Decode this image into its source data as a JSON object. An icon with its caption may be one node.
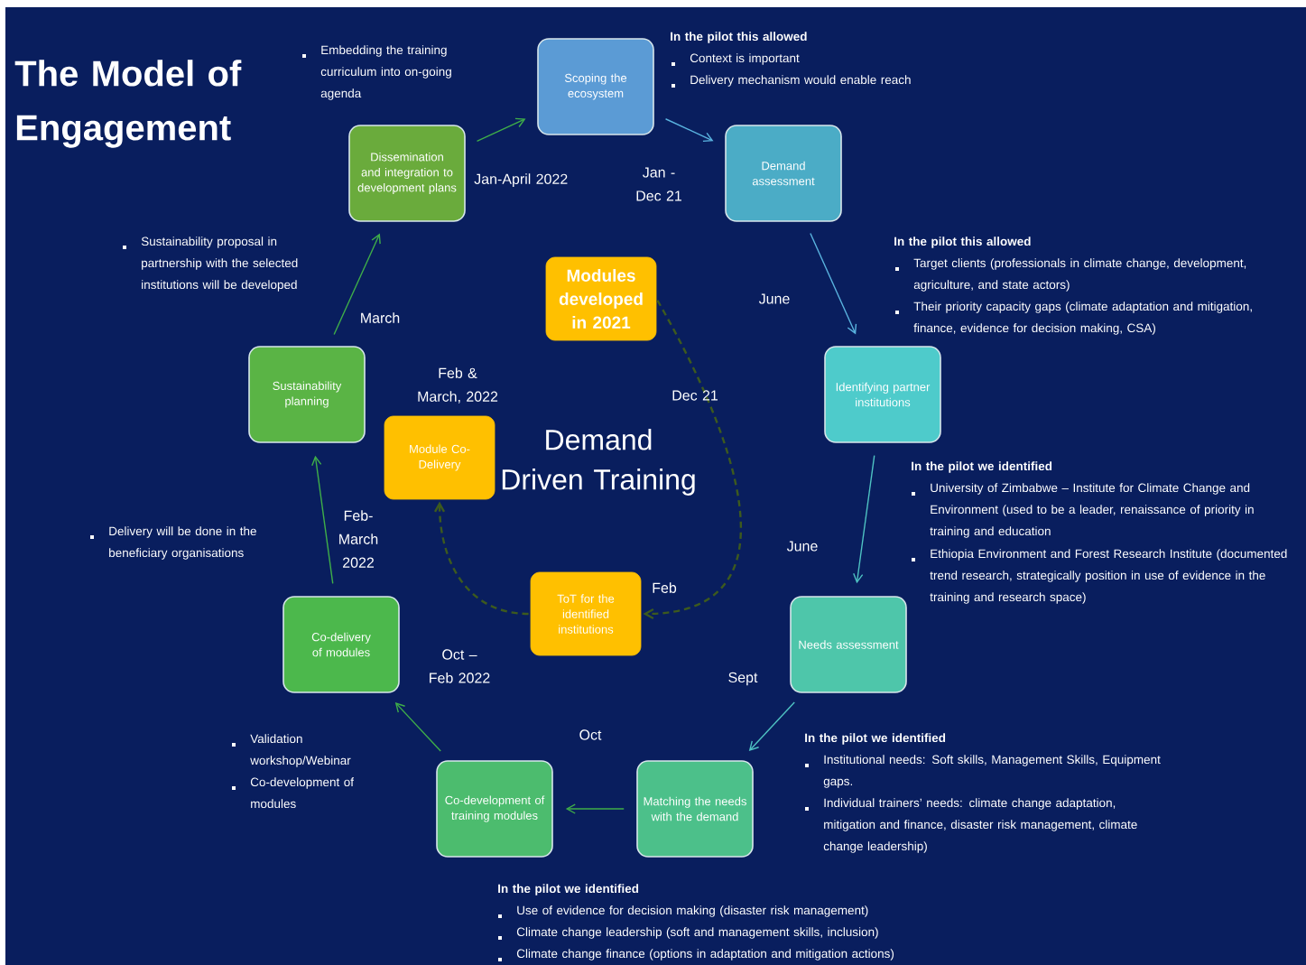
{
  "diagram": {
    "title": "The Model of Engagement",
    "nodes": [
      {
        "text": [
          "Scoping the ecosystem"
        ]
      },
      {
        "text": [
          "Demand assessment"
        ]
      },
      {
        "text": [
          "Identifying partner institutions"
        ]
      },
      {
        "text": [
          "Needs assessment"
        ]
      },
      {
        "text": [
          "Matching the needs with the demand"
        ]
      },
      {
        "text": [
          "Co-development of training modules"
        ]
      },
      {
        "text": [
          "Co-delivery of modules"
        ]
      },
      {
        "text": [
          "Sustainability planning"
        ]
      },
      {
        "text": [
          "Dissemination and integration to development plans"
        ]
      },
      {
        "text": [
          "Modules developed in 2021"
        ]
      },
      {
        "text": [
          "ToT for the identified institutions"
        ]
      },
      {
        "text": [
          "Module Co-Delivery"
        ]
      }
    ],
    "edges": [
      {
        "from": 8,
        "to": 0,
        "arrow": "to"
      },
      {
        "from": 0,
        "to": 1,
        "arrow": "to",
        "color": "#5ab4e0"
      },
      {
        "from": 1,
        "to": 2,
        "arrow": "to",
        "color": "#5ab4e0"
      },
      {
        "from": 2,
        "to": 3,
        "arrow": "to",
        "color": "#4fc3c3"
      },
      {
        "from": 3,
        "to": 4,
        "arrow": "to",
        "color": "#4fc3c3"
      },
      {
        "from": 4,
        "to": 5,
        "arrow": "to"
      },
      {
        "from": 5,
        "to": 6,
        "arrow": "to"
      },
      {
        "from": 6,
        "to": 7,
        "arrow": "to"
      },
      {
        "from": 7,
        "to": 8,
        "arrow": "to"
      },
      {
        "from": 9,
        "to": 10,
        "arrow": "to",
        "style": "dashed",
        "color": "#3d5a1e"
      },
      {
        "from": 10,
        "to": 11,
        "arrow": "to",
        "style": "dashed",
        "color": "#3d5a1e"
      }
    ],
    "labels": [
      "Embedding the training curriculum into on-going agenda",
      "In the pilot this allowed",
      "Context is important",
      "Delivery mechanism would enable reach",
      "Jan-April 2022",
      "Jan - Dec 21",
      "Sustainability proposal in partnership with the selected institutions will be developed",
      "In the pilot this allowed",
      "Target clients (professionals in climate change, development, agriculture, and state actors)",
      "Their priority capacity gaps (climate adaptation and mitigation, finance, evidence for decision making, CSA)",
      "June",
      "March",
      "Feb & March, 2022",
      "Dec 21",
      "Demand Driven Training",
      "In the pilot we identified",
      "University of Zimbabwe – Institute for Climate Change and Environment (used to be a leader, renaissance of priority in training and education",
      "Ethiopia Environment and Forest Research Institute (documented trend research, strategically position in use of evidence in the training and research space)",
      "Delivery will be done in the beneficiary organisations",
      "Feb- March 2022",
      "June",
      "Feb",
      "Oct – Feb 2022",
      "Sept",
      "Oct",
      "Validation workshop/Webinar",
      "Co-development of modules",
      "In the pilot we identified",
      "Institutional needs: Soft skills, Management Skills, Equipment gaps.",
      "Individual trainers’ needs: climate change adaptation, mitigation and finance, disaster risk management, climate change leadership)",
      "In the pilot we identified",
      "Use of evidence for decision making (disaster risk management)",
      "Climate change leadership (soft and management skills, inclusion)",
      "Climate change finance (options in adaptation and mitigation actions)"
    ]
  }
}
